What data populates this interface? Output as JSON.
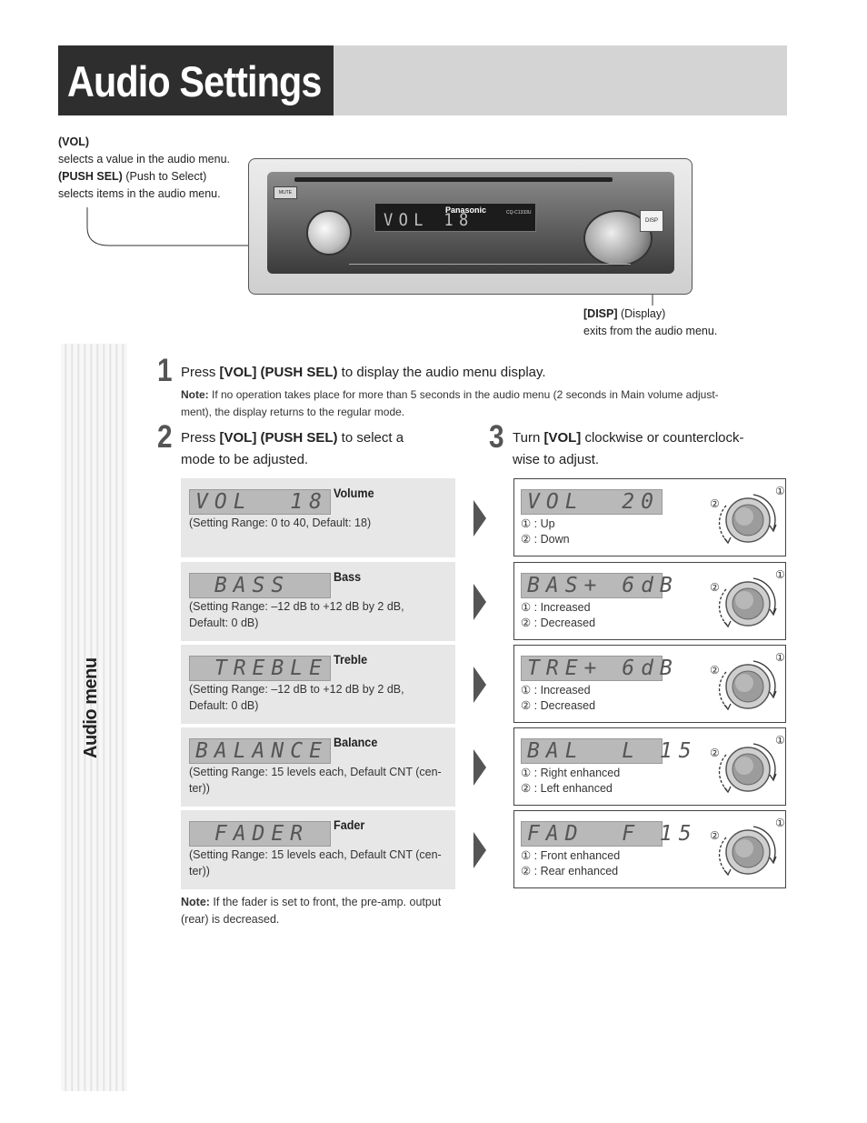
{
  "page_title": "Audio Settings",
  "callouts": {
    "vol_name": "(VOL)",
    "vol_desc": "selects a value in the audio menu.",
    "push_sel_name": "(PUSH SEL)",
    "push_sel_hint": "(Push to Select)",
    "push_sel_desc": "selects items in the audio menu.",
    "disp_name": "[DISP]",
    "disp_hint": "(Display)",
    "disp_desc": "exits from the audio menu."
  },
  "device": {
    "brand": "Panasonic",
    "model": "CQ-C1333U",
    "display": "VOL 18",
    "mute_label": "MUTE",
    "disp_label": "DISP"
  },
  "sidebar_label": "Audio menu",
  "step1": {
    "num": "1",
    "pre": "Press ",
    "bold": "[VOL] (PUSH SEL)",
    "post": " to display the audio menu display.",
    "note_label": "Note:",
    "note_line1": " If no operation takes place for more than 5 seconds in the audio menu (2 seconds in Main volume adjust-",
    "note_line2": "ment), the display returns to the regular mode."
  },
  "step2": {
    "num": "2",
    "pre": "Press ",
    "bold": "[VOL] (PUSH SEL)",
    "post": " to select a",
    "line2": "mode to be adjusted."
  },
  "step3": {
    "num": "3",
    "pre": "Turn ",
    "bold": "[VOL]",
    "post": " clockwise or counterclock-",
    "line2": "wise to adjust."
  },
  "modes": [
    {
      "lcd": "VOL  18",
      "label": "Volume",
      "range1": "(Setting Range: 0 to 40, Default: 18)",
      "range2": "",
      "result_lcd": "VOL  20",
      "opt1": "① : Up",
      "opt2": "② : Down"
    },
    {
      "lcd": " BASS",
      "label": "Bass",
      "range1": "(Setting Range: –12 dB to +12 dB by 2 dB,",
      "range2": "Default: 0 dB)",
      "result_lcd": "BAS+ 6dB",
      "opt1": "① : Increased",
      "opt2": "② : Decreased"
    },
    {
      "lcd": " TREBLE",
      "label": "Treble",
      "range1": "(Setting Range: –12 dB to +12 dB by 2 dB,",
      "range2": "Default: 0 dB)",
      "result_lcd": "TRE+ 6dB",
      "opt1": "① : Increased",
      "opt2": "② : Decreased"
    },
    {
      "lcd": "BALANCE",
      "label": "Balance",
      "range1": "(Setting Range: 15 levels each, Default CNT (cen-",
      "range2": "ter))",
      "result_lcd": "BAL  L 15",
      "opt1": "① : Right enhanced",
      "opt2": "② : Left enhanced"
    },
    {
      "lcd": " FADER",
      "label": "Fader",
      "range1": "(Setting Range: 15 levels each, Default CNT (cen-",
      "range2": "ter))",
      "result_lcd": "FAD  F 15",
      "opt1": "① : Front enhanced",
      "opt2": "② : Rear enhanced"
    }
  ],
  "fader_note": {
    "label": "Note:",
    "line1": " If the fader is set to front, the pre-amp. output",
    "line2": "(rear) is decreased."
  },
  "knob_marks": {
    "cw": "①",
    "ccw": "②"
  }
}
